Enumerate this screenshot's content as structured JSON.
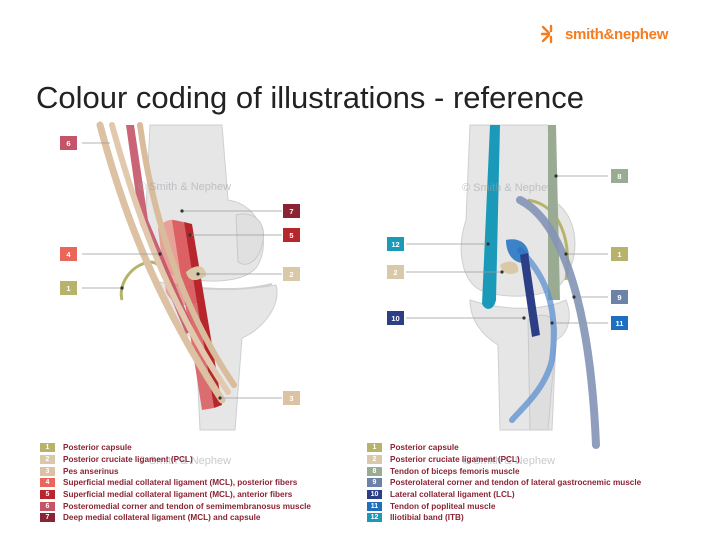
{
  "header": {
    "logo_text": "smith&nephew",
    "title": "Colour coding of illustrations - reference"
  },
  "watermark": "© Smith & Nephew",
  "colors": {
    "brand_orange": "#f57d20",
    "bone": "#e6e6e6",
    "bone_edge": "#c9c9c9",
    "tendon_tan": "#dcc1a2"
  },
  "left_legend": [
    {
      "num": "1",
      "label": "Posterior capsule",
      "color": "#b7b36a"
    },
    {
      "num": "2",
      "label": "Posterior cruciate ligament (PCL)",
      "color": "#d9c9a8"
    },
    {
      "num": "3",
      "label": "Pes anserinus",
      "color": "#dcc1a2"
    },
    {
      "num": "4",
      "label": "Superficial medial collateral ligament (MCL), posterior fibers",
      "color": "#e8675a"
    },
    {
      "num": "5",
      "label": "Superficial medial collateral ligament (MCL), anterior fibers",
      "color": "#b8262d"
    },
    {
      "num": "6",
      "label": "Posteromedial corner and tendon of semimembranosus muscle",
      "color": "#c45468"
    },
    {
      "num": "7",
      "label": "Deep medial collateral ligament (MCL) and capsule",
      "color": "#8a2434"
    }
  ],
  "right_legend": [
    {
      "num": "1",
      "label": "Posterior capsule",
      "color": "#b7b36a"
    },
    {
      "num": "2",
      "label": "Posterior cruciate ligament (PCL)",
      "color": "#d9c9a8"
    },
    {
      "num": "8",
      "label": "Tendon of biceps femoris muscle",
      "color": "#9aab94"
    },
    {
      "num": "9",
      "label": "Posterolateral corner and tendon of lateral gastrocnemic muscle",
      "color": "#6c82a8"
    },
    {
      "num": "10",
      "label": "Lateral collateral ligament (LCL)",
      "color": "#2c3f86"
    },
    {
      "num": "11",
      "label": "Tendon of popliteal muscle",
      "color": "#1e6fbf"
    },
    {
      "num": "12",
      "label": "Iliotibial band (ITB)",
      "color": "#1a9ab8"
    }
  ],
  "left_tags": [
    {
      "num": "6",
      "color": "#c45468"
    },
    {
      "num": "7",
      "color": "#8a2434"
    },
    {
      "num": "5",
      "color": "#b8262d"
    },
    {
      "num": "4",
      "color": "#e8675a"
    },
    {
      "num": "2",
      "color": "#d9c9a8"
    },
    {
      "num": "1",
      "color": "#b7b36a"
    },
    {
      "num": "3",
      "color": "#dcc1a2"
    }
  ],
  "right_tags": [
    {
      "num": "8",
      "color": "#9aab94"
    },
    {
      "num": "12",
      "color": "#1a9ab8"
    },
    {
      "num": "1",
      "color": "#b7b36a"
    },
    {
      "num": "2",
      "color": "#d9c9a8"
    },
    {
      "num": "9",
      "color": "#6c82a8"
    },
    {
      "num": "10",
      "color": "#2c3f86"
    },
    {
      "num": "11",
      "color": "#1e6fbf"
    }
  ]
}
